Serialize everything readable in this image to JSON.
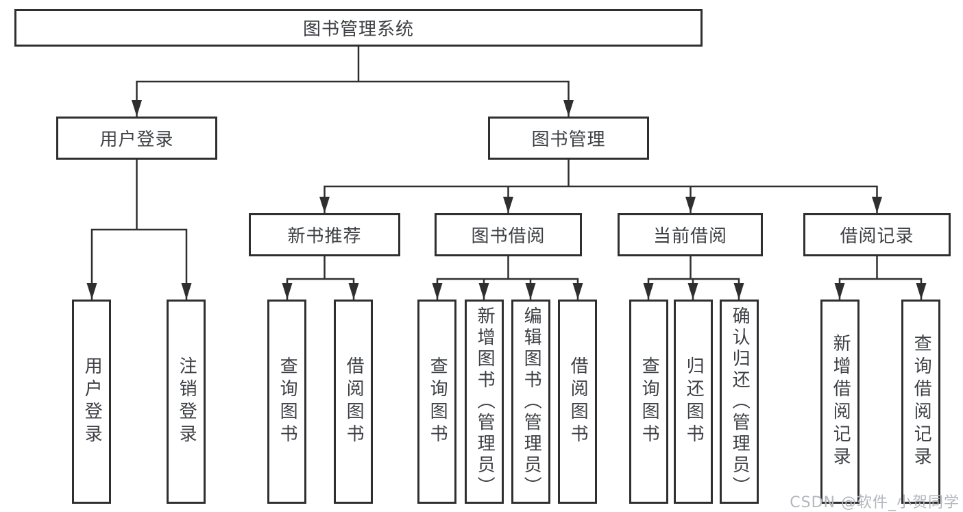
{
  "tree": {
    "label": "图书管理系统",
    "children": [
      {
        "label": "用户登录",
        "children": [
          {
            "label": "用户登录"
          },
          {
            "label": "注销登录"
          }
        ]
      },
      {
        "label": "图书管理",
        "children": [
          {
            "label": "新书推荐",
            "children": [
              {
                "label": "查询图书"
              },
              {
                "label": "借阅图书"
              }
            ]
          },
          {
            "label": "图书借阅",
            "children": [
              {
                "label": "查询图书"
              },
              {
                "label": "新增图书（管理员）"
              },
              {
                "label": "编辑图书（管理员）"
              },
              {
                "label": "借阅图书"
              }
            ]
          },
          {
            "label": "当前借阅",
            "children": [
              {
                "label": "查询图书"
              },
              {
                "label": "归还图书"
              },
              {
                "label": "确认归还（管理员）"
              }
            ]
          },
          {
            "label": "借阅记录",
            "children": [
              {
                "label": "新增借阅记录"
              },
              {
                "label": "查询借阅记录"
              }
            ]
          }
        ]
      }
    ]
  },
  "watermark": "CSDN @软件_小贺同学",
  "colors": {
    "line": "#2f2f2f",
    "text": "#3d3f44",
    "watermark": "#b3b6bd",
    "background": "#ffffff"
  }
}
